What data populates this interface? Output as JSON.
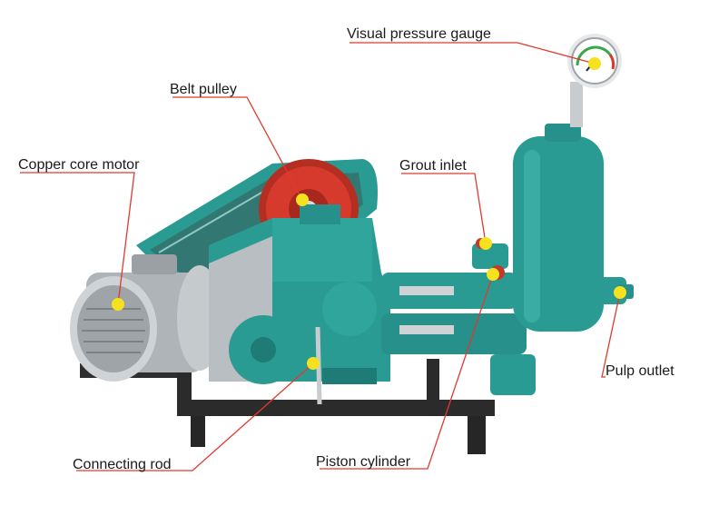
{
  "labels": {
    "gauge": "Visual pressure gauge",
    "pulley": "Belt pulley",
    "motor": "Copper core motor",
    "inlet": "Grout inlet",
    "outlet": "Pulp outlet",
    "rod": "Connecting rod",
    "piston": "Piston cylinder"
  },
  "colors": {
    "body": "#2a9b93",
    "body_dark": "#1f7b75",
    "pulley": "#d63a2c",
    "motor": "#b9bec2",
    "frame": "#2b2b2b",
    "leader": "#e03a2e",
    "marker": "#f5e11e"
  }
}
